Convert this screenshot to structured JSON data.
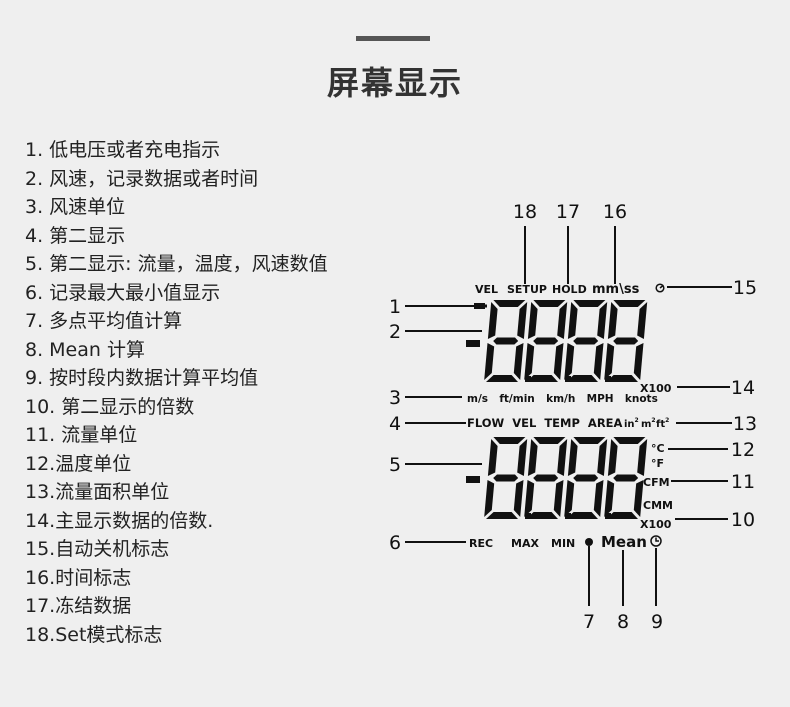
{
  "header": {
    "title": "屏幕显示"
  },
  "legend": [
    "1.  低电压或者充电指示",
    "2. 风速，记录数据或者时间",
    "3. 风速单位",
    "4. 第二显示",
    "5. 第二显示: 流量，温度，风速数值",
    "6. 记录最大最小值显示",
    "7. 多点平均值计算",
    "8. Mean 计算",
    "9. 按时段内数据计算平均值",
    "10. 第二显示的倍数",
    "11. 流量单位",
    "12.温度单位",
    "13.流量面积单位",
    "14.主显示数据的倍数.",
    "15.自动关机标志",
    "16.时间标志",
    "17.冻结数据",
    "18.Set模式标志"
  ],
  "lcd": {
    "top_labels": {
      "vel": "VEL",
      "setup": "SETUP",
      "hold": "HOLD",
      "mmss": "mm\\ss"
    },
    "main_digits": "8888",
    "second_digits": "8888",
    "x100_main": "X100",
    "x100_second": "X100",
    "speed_units": "m/s  ft/min  km/h  MPH  knots",
    "mode_row": "FLOW  VEL  TEMP  AREA",
    "area_units": {
      "in2": "in",
      "m2": "m",
      "ft2": "ft",
      "sup": "2"
    },
    "temp_units": {
      "c": "°C",
      "f": "°F"
    },
    "flow_units": {
      "cfm": "CFM",
      "cmm": "CMM"
    },
    "rec_row": {
      "rec": "REC",
      "max": "MAX",
      "min": "MIN",
      "mean": "Mean"
    }
  },
  "callouts": {
    "n1": "1",
    "n2": "2",
    "n3": "3",
    "n4": "4",
    "n5": "5",
    "n6": "6",
    "n7": "7",
    "n8": "8",
    "n9": "9",
    "n10": "10",
    "n11": "11",
    "n12": "12",
    "n13": "13",
    "n14": "14",
    "n15": "15",
    "n16": "16",
    "n17": "17",
    "n18": "18"
  },
  "colors": {
    "background": "#efefef",
    "ink": "#111111",
    "title": "#333333"
  }
}
